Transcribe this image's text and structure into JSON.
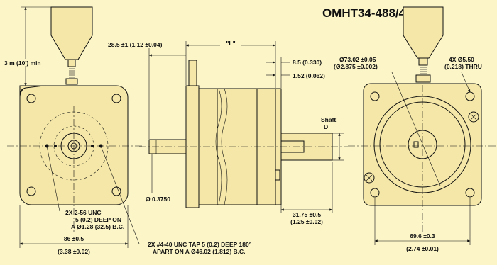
{
  "title": "OMHT34-488/490",
  "colors": {
    "background": "#fbf5c8",
    "body": "#f4e7a8",
    "ink": "#111111"
  },
  "labels": {
    "cable_length": "3 m (10') min",
    "shaft_offset": "28.5 ±1 (1.12 ±0.04)",
    "length_l": "\"L\"",
    "flange_thickness": "8.5 (0.330)",
    "pilot_height": "1.52 (0.062)",
    "shaft_label_1": "Shaft",
    "shaft_label_2": "D",
    "shaft_diameter": "Ø 0.3750",
    "shaft_length_1": "31.75 ±0.5",
    "shaft_length_2": "(1.25 ±0.02)",
    "holes_a_1": "2X 2-56 UNC",
    "holes_a_2": "5 (0.2) DEEP ON",
    "holes_a_3": "A Ø1.28 (32.5) B.C.",
    "holes_b_1": "2X #4-40 UNC TAP 5 (0.2) DEEP 180°",
    "holes_b_2": "APART ON A Ø46.02 (1.812) B.C.",
    "width_left_1": "86 ±0.5",
    "width_left_2": "(3.38 ±0.02)",
    "bolt_circle_1": "Ø73.02 ±0.05",
    "bolt_circle_2": "(Ø2.875 ±0.002)",
    "mount_holes_1": "4X Ø5.50",
    "mount_holes_2": "(0.218) THRU",
    "width_right_1": "69.6 ±0.3",
    "width_right_2": "(2.74 ±0.01)"
  }
}
